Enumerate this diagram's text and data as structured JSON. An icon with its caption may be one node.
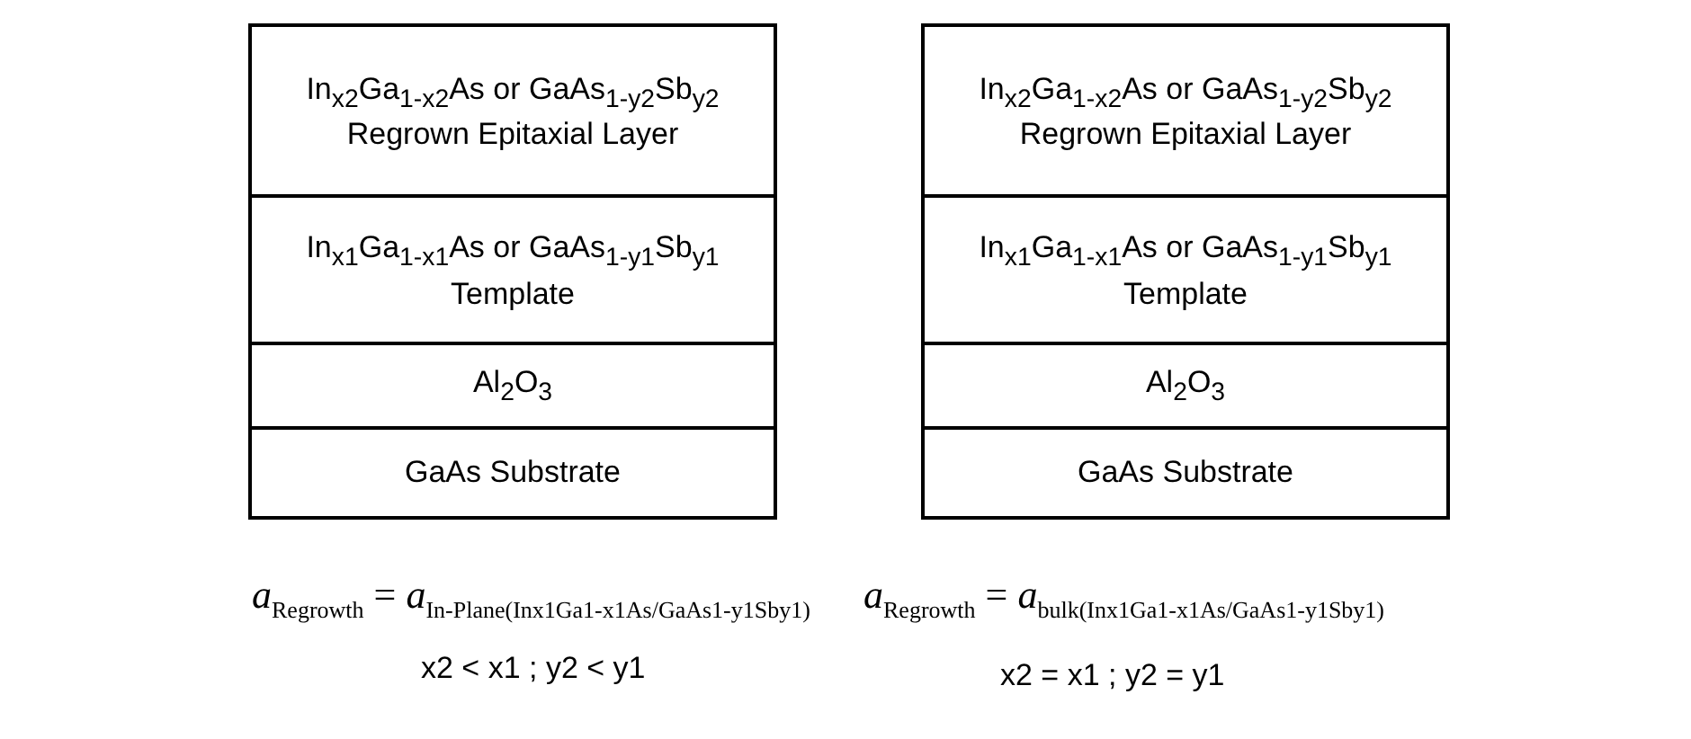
{
  "diagram": {
    "nodes": [
      {
        "text": [
          "In$_{x2}$Ga$_{1-x2}$As or GaAs$_{1-y2}$Sb$_{y2}$ Regrown Epitaxial Layer"
        ]
      },
      {
        "text": [
          "In$_{x1}$Ga$_{1-x1}$As or GaAs$_{1-y1}$Sb$_{y1}$ Template"
        ]
      },
      {
        "text": [
          "Al$_{2}$O$_{3}$"
        ]
      },
      {
        "text": [
          "GaAs Substrate"
        ]
      },
      {
        "text": [
          "In$_{x2}$Ga$_{1-x2}$As or GaAs$_{1-y2}$Sb$_{y2}$ Regrown Epitaxial Layer"
        ]
      },
      {
        "text": [
          "In$_{x1}$Ga$_{1-x1}$As or GaAs$_{1-y1}$Sb$_{y1}$ Template"
        ]
      },
      {
        "text": [
          "Al$_{2}$O$_{3}$"
        ]
      },
      {
        "text": [
          "GaAs Substrate"
        ]
      }
    ],
    "labels": [
      "*a*$_{Regrowth}$ = *a*$_{In-Plane(Inx1Ga1-x1As/GaAs1-y1Sby1)}$",
      "*a*$_{Regrowth}$ = *a*$_{bulk(Inx1Ga1-x1As/GaAs1-y1Sby1)}$",
      "x2 < x1 ; y2 < y1",
      "x2 = x1 ; y2 = y1"
    ]
  }
}
